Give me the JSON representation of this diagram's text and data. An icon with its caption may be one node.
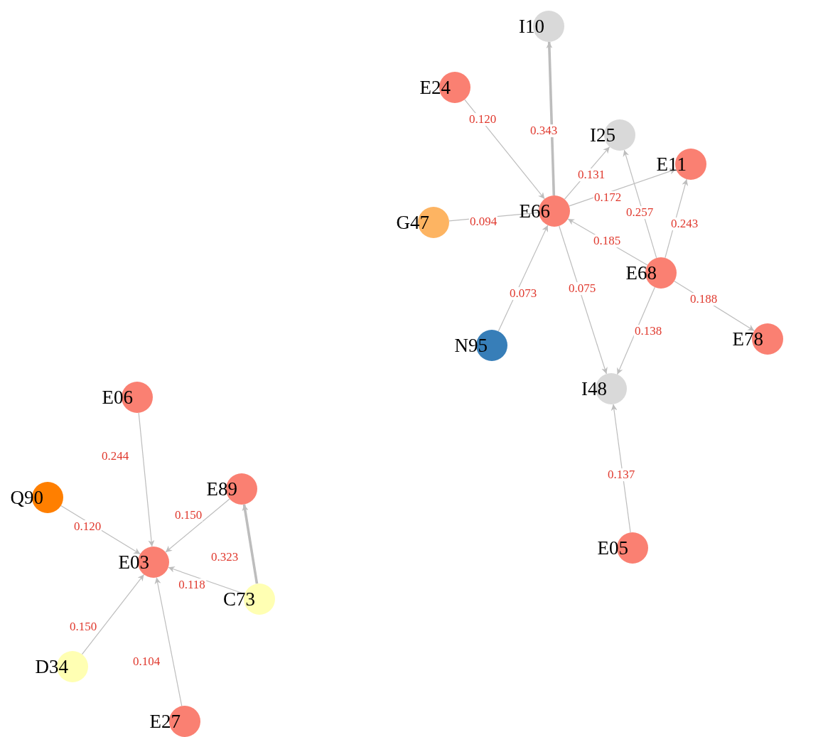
{
  "diagram": {
    "nodes": [
      {
        "text": [
          "I10"
        ]
      },
      {
        "text": [
          "E24"
        ]
      },
      {
        "text": [
          "I25"
        ]
      },
      {
        "text": [
          "E11"
        ]
      },
      {
        "text": [
          "G47"
        ]
      },
      {
        "text": [
          "E66"
        ]
      },
      {
        "text": [
          "E68"
        ]
      },
      {
        "text": [
          "N95"
        ]
      },
      {
        "text": [
          "E78"
        ]
      },
      {
        "text": [
          "I48"
        ]
      },
      {
        "text": [
          "E05"
        ]
      },
      {
        "text": [
          "E06"
        ]
      },
      {
        "text": [
          "Q90"
        ]
      },
      {
        "text": [
          "E89"
        ]
      },
      {
        "text": [
          "E03"
        ]
      },
      {
        "text": [
          "C73"
        ]
      },
      {
        "text": [
          "D34"
        ]
      },
      {
        "text": [
          "E27"
        ]
      }
    ],
    "edges": [
      {
        "from": 1,
        "to": 5,
        "arrow": "to",
        "label": "0.120"
      },
      {
        "from": 5,
        "to": 0,
        "arrow": "to",
        "label": "0.343",
        "style": "thick"
      },
      {
        "from": 5,
        "to": 2,
        "arrow": "to",
        "label": "0.131"
      },
      {
        "from": 5,
        "to": 3,
        "arrow": "to",
        "label": "0.172"
      },
      {
        "from": 4,
        "to": 5,
        "arrow": "none",
        "label": "0.094"
      },
      {
        "from": 6,
        "to": 5,
        "arrow": "to",
        "label": "0.185"
      },
      {
        "from": 6,
        "to": 2,
        "arrow": "to",
        "label": "0.257"
      },
      {
        "from": 6,
        "to": 3,
        "arrow": "to",
        "label": "0.243"
      },
      {
        "from": 7,
        "to": 5,
        "arrow": "to",
        "label": "0.073"
      },
      {
        "from": 5,
        "to": 9,
        "arrow": "to",
        "label": "0.075"
      },
      {
        "from": 6,
        "to": 9,
        "arrow": "to",
        "label": "0.138"
      },
      {
        "from": 6,
        "to": 8,
        "arrow": "to",
        "label": "0.188"
      },
      {
        "from": 10,
        "to": 9,
        "arrow": "to",
        "label": "0.137"
      },
      {
        "from": 11,
        "to": 14,
        "arrow": "to",
        "label": "0.244"
      },
      {
        "from": 12,
        "to": 14,
        "arrow": "to",
        "label": "0.120"
      },
      {
        "from": 13,
        "to": 14,
        "arrow": "to",
        "label": "0.150"
      },
      {
        "from": 15,
        "to": 13,
        "arrow": "to",
        "label": "0.323",
        "style": "thick"
      },
      {
        "from": 15,
        "to": 14,
        "arrow": "to",
        "label": "0.118"
      },
      {
        "from": 16,
        "to": 14,
        "arrow": "to",
        "label": "0.150"
      },
      {
        "from": 17,
        "to": 14,
        "arrow": "to",
        "label": "0.104"
      }
    ]
  }
}
